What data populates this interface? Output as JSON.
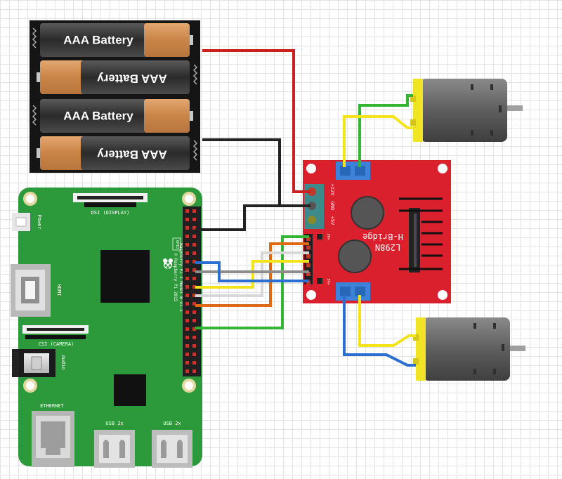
{
  "battery_pack": {
    "cells": [
      "AAA Battery",
      "AAA Battery",
      "AAA Battery",
      "AAA Battery"
    ]
  },
  "raspberry_pi": {
    "dsi_label": "DSI (DISPLAY)",
    "csi_label": "CSI (CAMERA)",
    "power_label": "Power",
    "hdmi_label": "HDMI",
    "audio_label": "Audio",
    "ethernet_label": "ETHERNET",
    "usb1_label": "USB 2x",
    "usb2_label": "USB 2x",
    "gpio_label": "GPIO",
    "model_line1": "Raspberry Pi 3 Model B v1.2",
    "model_line2": "© Raspberry Pi 2015"
  },
  "hbridge": {
    "chip_label": "L298N",
    "board_label": "H-Bridge",
    "pin_12v": "+12V",
    "pin_gnd": "GND",
    "pin_5v": "+5V",
    "pin_5v_a": "5V+",
    "pin_5v_b": "5V+"
  },
  "colors": {
    "pi_board": "#2c9a3a",
    "hbridge_board": "#d9202c",
    "wire_red": "#cc1f1f",
    "wire_black": "#222222",
    "wire_green": "#35b535",
    "wire_yellow": "#f4e41c",
    "wire_blue": "#2a6fd1",
    "wire_orange": "#e06a12",
    "wire_gray": "#8c8c8c",
    "wire_white": "#d8d8d8",
    "motor_body": "#6b6b6b",
    "motor_cap": "#f1e423"
  }
}
